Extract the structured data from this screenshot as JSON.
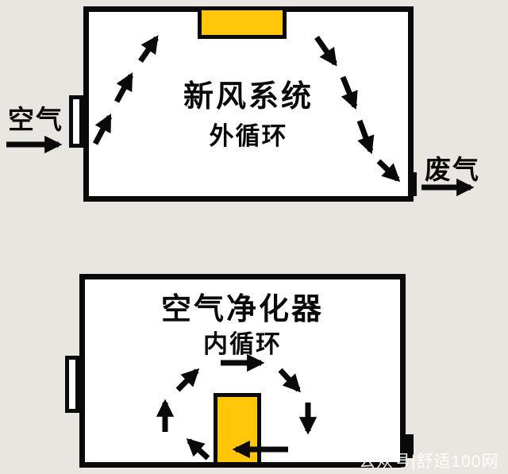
{
  "colors": {
    "background": "#e9e6e2",
    "box_fill": "#ffffff",
    "line": "#0a0a0a",
    "accent_yellow": "#ffc60a"
  },
  "top_diagram": {
    "title": "新风系统",
    "subtitle": "外循环",
    "inlet_label": "空气",
    "outlet_label": "废气"
  },
  "bottom_diagram": {
    "title": "空气净化器",
    "subtitle": "内循环"
  },
  "watermark": {
    "text": "公众号|舒适100网"
  }
}
